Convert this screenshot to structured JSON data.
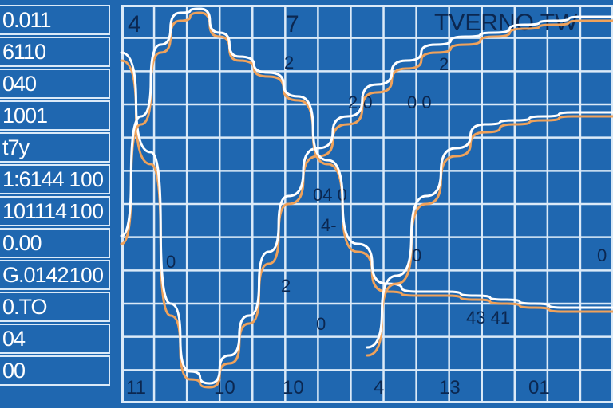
{
  "left_panel": {
    "rows": [
      {
        "text": "0.011",
        "extra": ""
      },
      {
        "text": "6110",
        "extra": ""
      },
      {
        "text": "040",
        "extra": ""
      },
      {
        "text": "1001",
        "extra": ""
      },
      {
        "text": "t7y",
        "extra": ""
      },
      {
        "text": "1:6144",
        "extra": "100"
      },
      {
        "text": "101114",
        "extra": "100"
      },
      {
        "text": "0.00",
        "extra": ""
      },
      {
        "text": "G.0142",
        "extra": "100"
      },
      {
        "text": "0.TO",
        "extra": ""
      },
      {
        "text": "04",
        "extra": ""
      },
      {
        "text": "00",
        "extra": ""
      }
    ]
  },
  "chart_data": {
    "type": "line",
    "title": "TVERNO TW",
    "corner_label": "4",
    "top_label": "7",
    "x_tick_labels": [
      "11",
      "10",
      "10",
      "4",
      "13",
      "01"
    ],
    "y_tick_labels": [],
    "ylim": [
      0,
      100
    ],
    "xlim": [
      0,
      100
    ],
    "grid": true,
    "colors": {
      "background": "#1f67b0",
      "grid": "#dbeaf8",
      "orange": "#f0a25a",
      "white": "#ffffff"
    },
    "series": [
      {
        "color": "#f0a25a",
        "x": [
          0,
          6,
          10,
          14,
          18,
          22,
          26,
          30,
          34,
          40,
          46,
          52,
          58,
          64,
          70,
          76,
          82,
          88,
          94,
          100
        ],
        "y": [
          86,
          60,
          22,
          6,
          4,
          10,
          20,
          35,
          50,
          62,
          70,
          78,
          84,
          88,
          90,
          92,
          94,
          95,
          96,
          96
        ]
      },
      {
        "color": "#ffffff",
        "x": [
          0,
          6,
          10,
          14,
          18,
          22,
          26,
          30,
          34,
          40,
          46,
          52,
          58,
          64,
          70,
          76,
          82,
          88,
          94,
          100
        ],
        "y": [
          88,
          63,
          25,
          8,
          5,
          12,
          22,
          38,
          52,
          64,
          72,
          80,
          86,
          90,
          92,
          93,
          95,
          96,
          97,
          97
        ]
      },
      {
        "color": "#f0a25a",
        "x": [
          0,
          4,
          8,
          12,
          16,
          20,
          24,
          30,
          36,
          42,
          48,
          54,
          60,
          66,
          72,
          78,
          84,
          90,
          96,
          100
        ],
        "y": [
          40,
          70,
          88,
          96,
          98,
          92,
          86,
          82,
          76,
          60,
          38,
          28,
          27,
          27,
          26,
          25,
          24,
          23,
          23,
          23
        ]
      },
      {
        "color": "#ffffff",
        "x": [
          0,
          4,
          8,
          12,
          16,
          20,
          24,
          30,
          36,
          42,
          48,
          54,
          60,
          66,
          72,
          78,
          84,
          90,
          96,
          100
        ],
        "y": [
          42,
          72,
          90,
          98,
          99,
          93,
          87,
          83,
          77,
          61,
          40,
          30,
          28,
          28,
          27,
          26,
          25,
          24,
          24,
          24
        ]
      },
      {
        "color": "#f0a25a",
        "x": [
          50,
          56,
          62,
          68,
          74,
          80,
          86,
          92,
          100
        ],
        "y": [
          12,
          30,
          50,
          62,
          68,
          70,
          71,
          72,
          72
        ]
      },
      {
        "color": "#ffffff",
        "x": [
          50,
          56,
          62,
          68,
          74,
          80,
          86,
          92,
          100
        ],
        "y": [
          14,
          32,
          52,
          64,
          70,
          71,
          72,
          73,
          73
        ]
      }
    ],
    "annotations": [
      "2",
      "2",
      "2.0",
      "0 0",
      "04 0",
      "4-",
      "0",
      "0",
      "0",
      "43 41",
      "0",
      "2"
    ]
  }
}
